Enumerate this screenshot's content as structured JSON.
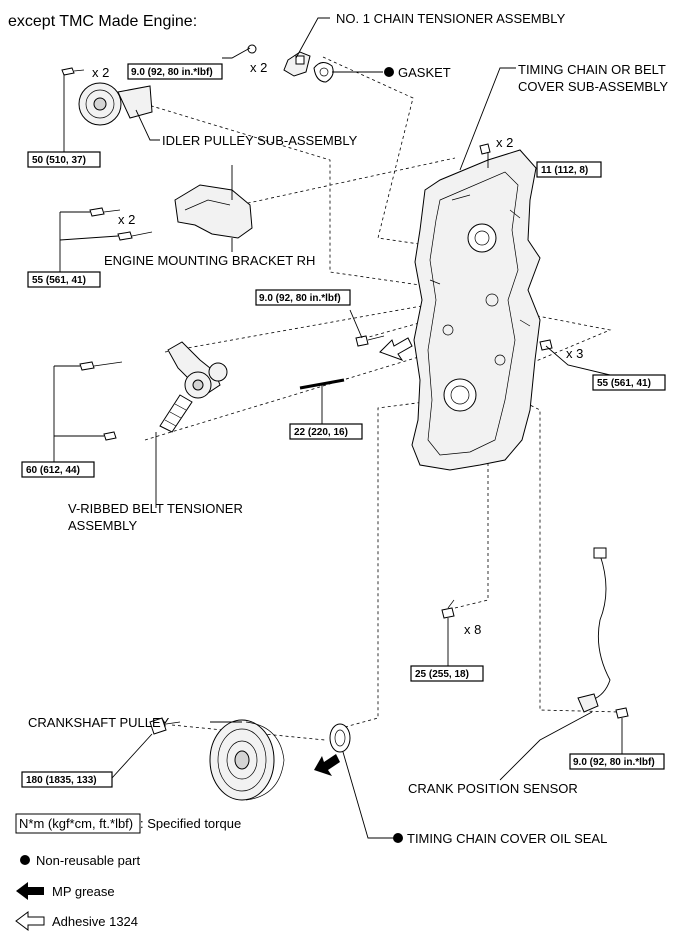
{
  "title": "except TMC Made Engine:",
  "parts": {
    "chain_tensioner": "NO. 1 CHAIN TENSIONER ASSEMBLY",
    "gasket": "GASKET",
    "timing_cover_1": "TIMING CHAIN OR BELT",
    "timing_cover_2": "COVER SUB-ASSEMBLY",
    "idler_pulley": "IDLER PULLEY SUB-ASSEMBLY",
    "mounting_bracket": "ENGINE MOUNTING BRACKET RH",
    "belt_tensioner_1": "V-RIBBED BELT TENSIONER",
    "belt_tensioner_2": "ASSEMBLY",
    "crankshaft_pulley": "CRANKSHAFT PULLEY",
    "crank_sensor": "CRANK POSITION SENSOR",
    "oil_seal": "TIMING CHAIN COVER OIL SEAL"
  },
  "quantities": {
    "idler_bolt": "x 2",
    "tensioner_nut": "x 2",
    "cover_top_nut": "x 2",
    "bracket_bolts": "x 2",
    "cover_right_bolts": "x 3",
    "cover_bottom_bolts": "x 8"
  },
  "torques": {
    "tensioner": "9.0 (92, 80 in.*lbf)",
    "idler": "50 (510, 37)",
    "cover_top": "11 (112, 8)",
    "bracket": "55 (561, 41)",
    "cover_center": "9.0 (92, 80 in.*lbf)",
    "cover_right": "55 (561, 41)",
    "belt_tensioner": "60 (612, 44)",
    "stud": "22 (220, 16)",
    "cover_bottom": "25 (255, 18)",
    "crank_pulley": "180 (1835, 133)",
    "crank_sensor": "9.0 (92, 80 in.*lbf)"
  },
  "legend": {
    "torque_box": "N*m (kgf*cm, ft.*lbf)",
    "torque_desc": ": Specified torque",
    "non_reusable": "Non-reusable part",
    "mp_grease": "MP grease",
    "adhesive": "Adhesive 1324"
  }
}
